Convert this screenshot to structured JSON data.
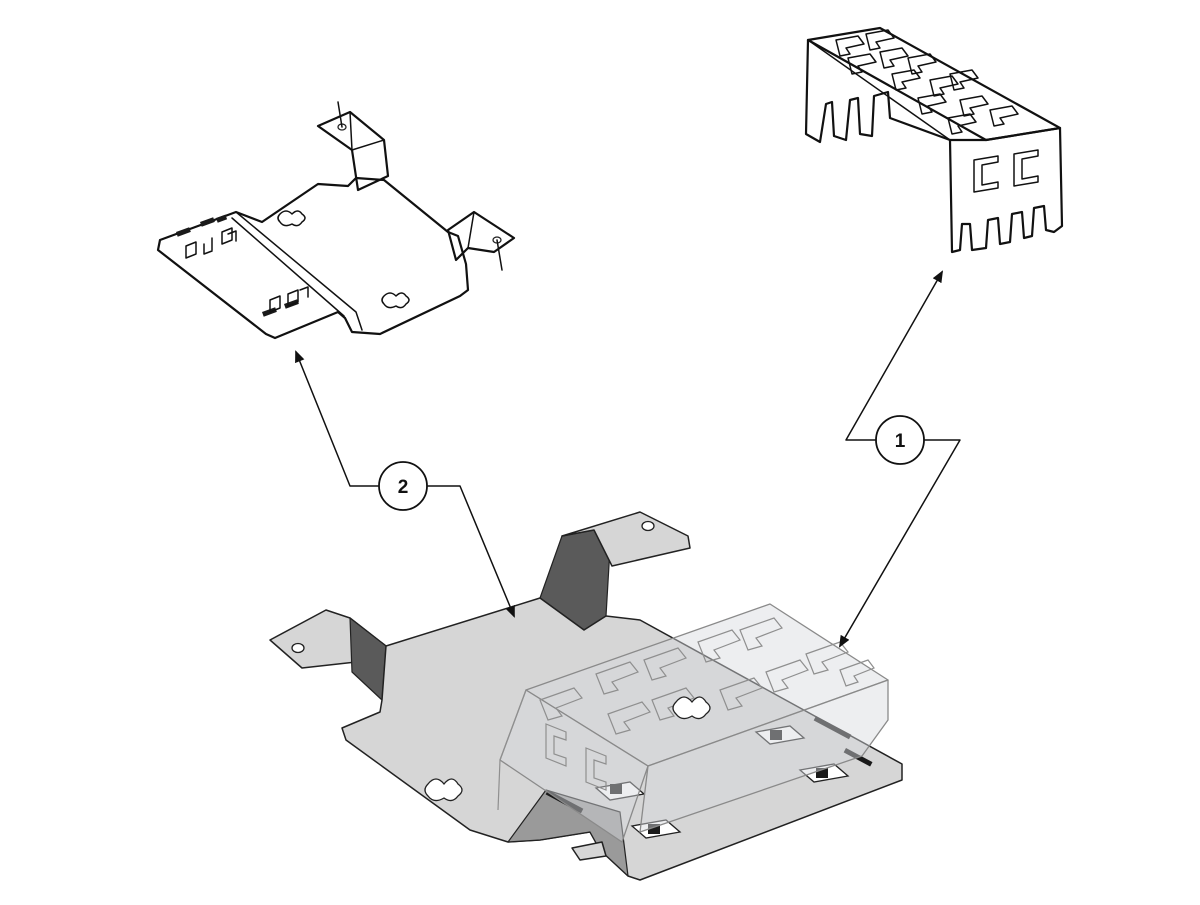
{
  "callouts": [
    {
      "id": "callout-1",
      "label": "1"
    },
    {
      "id": "callout-2",
      "label": "2"
    }
  ],
  "colors": {
    "line": "#111111",
    "metal": "#d6d6d6",
    "metal_shadow": "#5a5a5a",
    "background": "#ffffff"
  }
}
